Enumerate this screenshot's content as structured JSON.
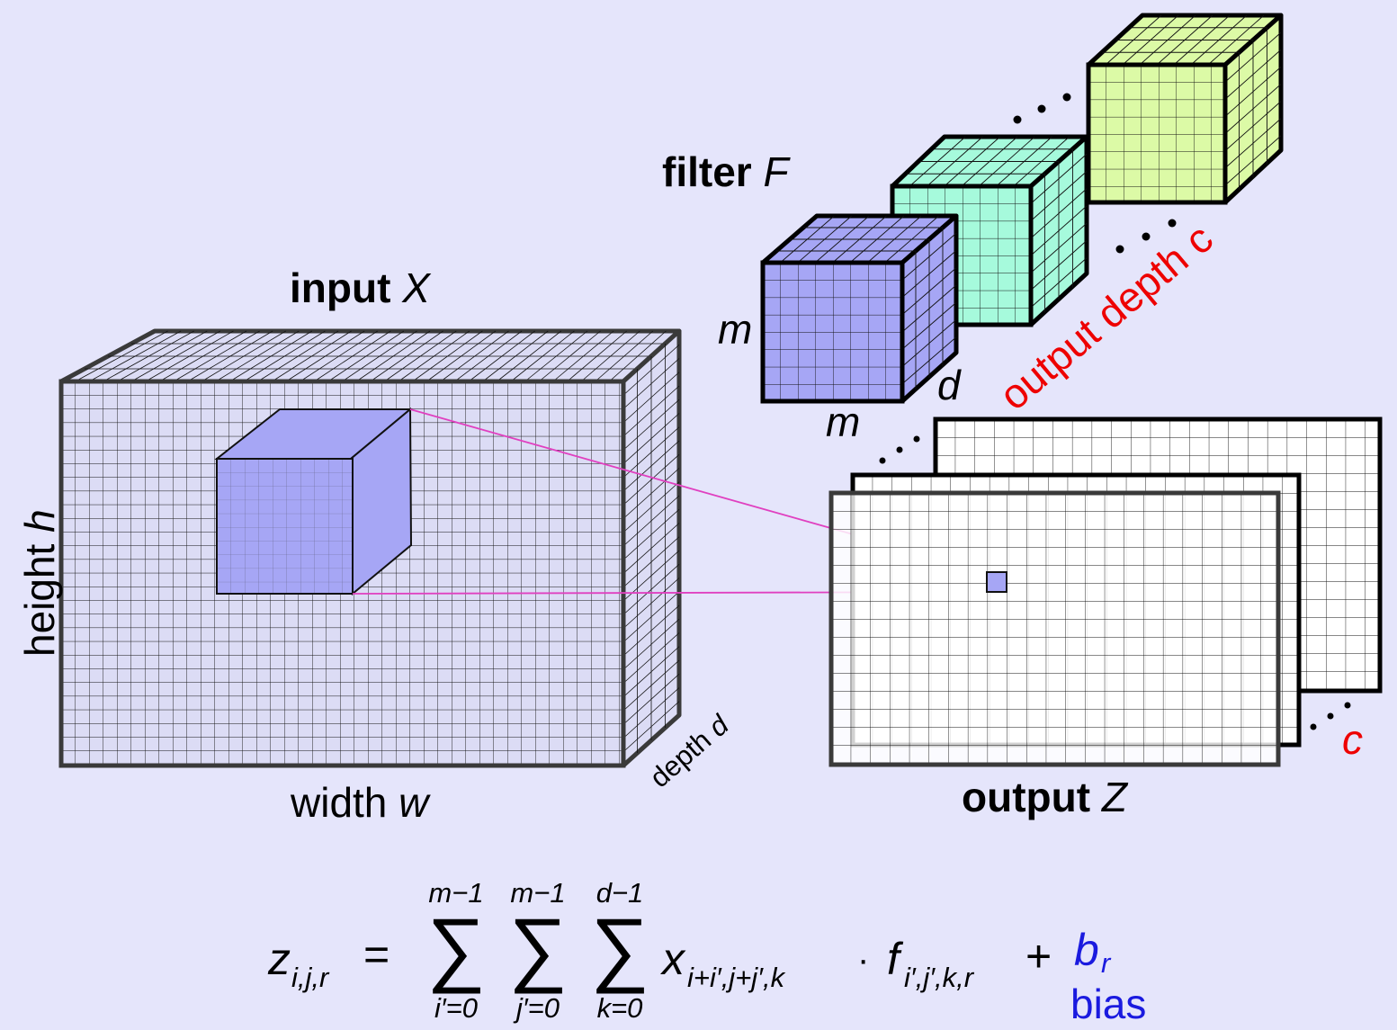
{
  "colors": {
    "background": "#e5e5fb",
    "input_face": "#dcdcf5",
    "highlight_cube": "#a6a6f5",
    "filter_blue": "#a6a6f5",
    "filter_teal": "#a6fadc",
    "filter_green": "#dcfaa6",
    "output_face": "#ffffff",
    "connector": "#e040c0",
    "red_accent": "#ee0000",
    "bias_blue": "#1a1adf"
  },
  "input": {
    "label_bold": "input",
    "label_var": "X"
  },
  "input_dims": {
    "height_word": "height",
    "height_var": "h",
    "width_word": "width",
    "width_var": "w",
    "depth_word": "depth",
    "depth_var": "d"
  },
  "filter": {
    "label_bold": "filter",
    "label_var": "F",
    "side_m1": "m",
    "side_m2": "m",
    "side_d": "d"
  },
  "output_depth": {
    "text": "output depth c"
  },
  "output": {
    "label_bold": "output",
    "label_var": "Z",
    "depth_c": "c"
  },
  "ellipsis": "...",
  "formula": {
    "lhs": "z",
    "lhs_sub": "i,j,r",
    "equals": "=",
    "sum_symbol": "∑",
    "sums": [
      {
        "upper": "m−1",
        "lower": "i′=0"
      },
      {
        "upper": "m−1",
        "lower": "j′=0"
      },
      {
        "upper": "d−1",
        "lower": "k=0"
      }
    ],
    "x": "x",
    "x_sub": "i+i′,j+j′,k",
    "dot": "·",
    "f": "f",
    "f_sub": "i′,j′,k,r",
    "plus": "+",
    "bias_var": "b",
    "bias_sub": "r",
    "bias_word": "bias"
  }
}
